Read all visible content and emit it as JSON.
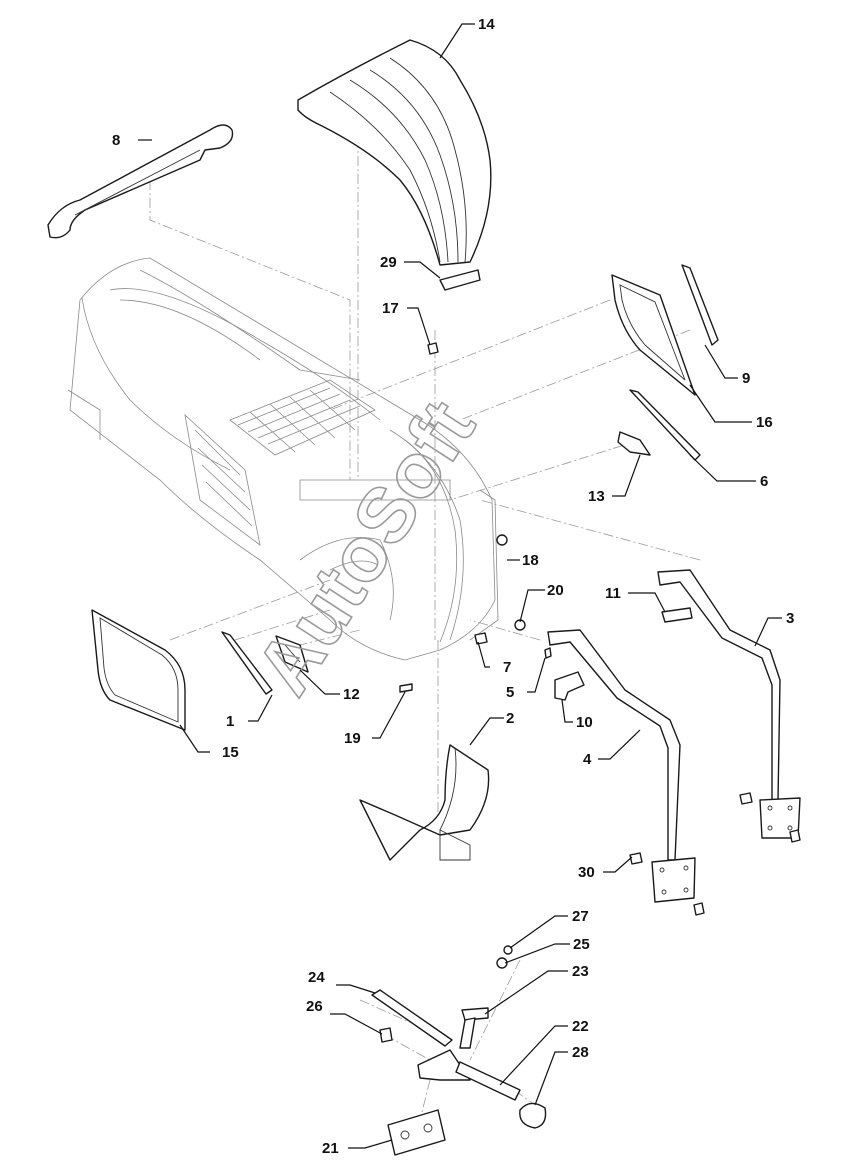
{
  "watermark": "AutoSoft",
  "callouts": [
    {
      "id": "c1",
      "label": "1"
    },
    {
      "id": "c2",
      "label": "2"
    },
    {
      "id": "c3",
      "label": "3"
    },
    {
      "id": "c4",
      "label": "4"
    },
    {
      "id": "c5",
      "label": "5"
    },
    {
      "id": "c6",
      "label": "6"
    },
    {
      "id": "c7",
      "label": "7"
    },
    {
      "id": "c8",
      "label": "8"
    },
    {
      "id": "c9",
      "label": "9"
    },
    {
      "id": "c10",
      "label": "10"
    },
    {
      "id": "c11",
      "label": "11"
    },
    {
      "id": "c12",
      "label": "12"
    },
    {
      "id": "c13",
      "label": "13"
    },
    {
      "id": "c14",
      "label": "14"
    },
    {
      "id": "c15",
      "label": "15"
    },
    {
      "id": "c16",
      "label": "16"
    },
    {
      "id": "c17",
      "label": "17"
    },
    {
      "id": "c18",
      "label": "18"
    },
    {
      "id": "c19",
      "label": "19"
    },
    {
      "id": "c20",
      "label": "20"
    },
    {
      "id": "c21",
      "label": "21"
    },
    {
      "id": "c22",
      "label": "22"
    },
    {
      "id": "c23",
      "label": "23"
    },
    {
      "id": "c24",
      "label": "24"
    },
    {
      "id": "c25",
      "label": "25"
    },
    {
      "id": "c26",
      "label": "26"
    },
    {
      "id": "c27",
      "label": "27"
    },
    {
      "id": "c28",
      "label": "28"
    },
    {
      "id": "c29",
      "label": "29"
    },
    {
      "id": "c30",
      "label": "30"
    }
  ]
}
